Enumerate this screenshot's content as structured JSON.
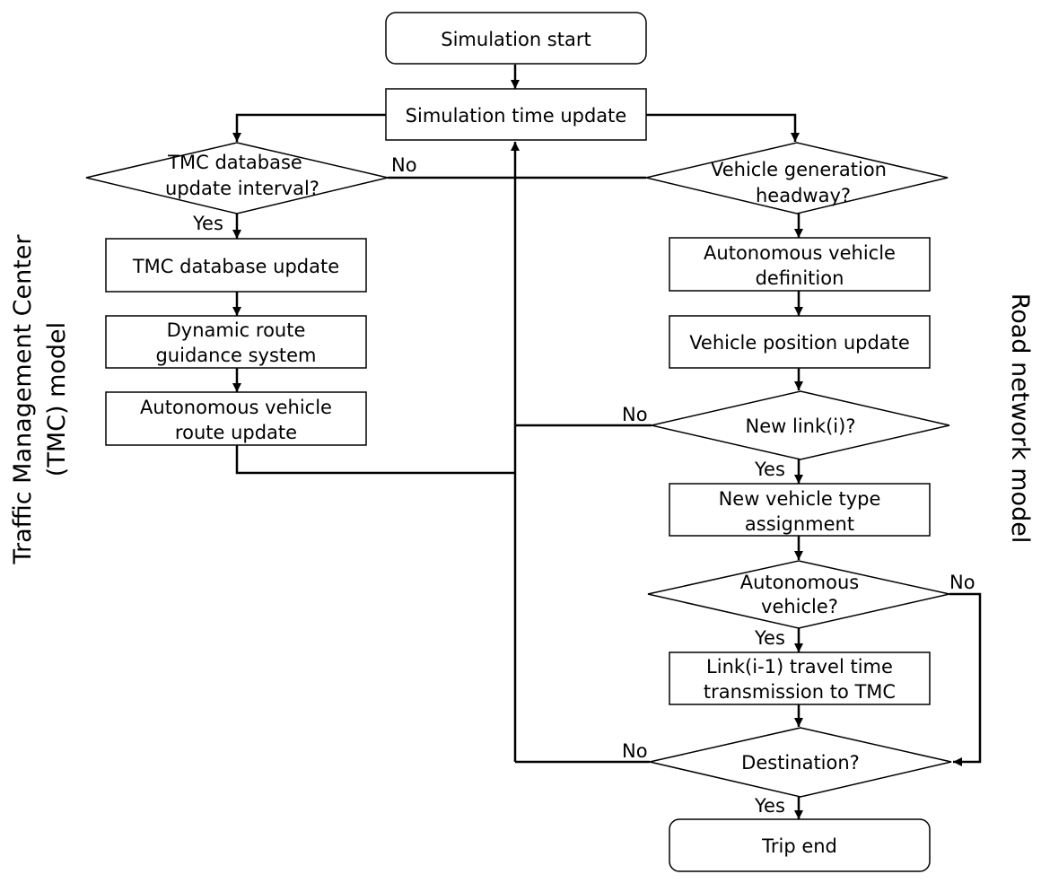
{
  "nodes": {
    "sim_start": [
      "Simulation start"
    ],
    "time_update": [
      "Simulation time update"
    ],
    "tmc_interval": [
      "TMC database",
      "update interval?"
    ],
    "tmc_update": [
      "TMC database update"
    ],
    "dyn_route": [
      "Dynamic route",
      "guidance system"
    ],
    "av_route": [
      "Autonomous vehicle",
      "route update"
    ],
    "veh_gen": [
      "Vehicle generation",
      "headway?"
    ],
    "av_def": [
      "Autonomous vehicle",
      "definition"
    ],
    "veh_pos": [
      "Vehicle position update"
    ],
    "new_link": [
      "New link(i)?"
    ],
    "type_assign": [
      "New vehicle type",
      "assignment"
    ],
    "av_q": [
      "Autonomous",
      "vehicle?"
    ],
    "travel_tx": [
      "Link(i-1) travel time",
      "transmission to TMC"
    ],
    "dest": [
      "Destination?"
    ],
    "trip_end": [
      "Trip end"
    ]
  },
  "edge_labels": {
    "tmc_no": "No",
    "tmc_yes": "Yes",
    "link_no": "No",
    "link_yes": "Yes",
    "av_no": "No",
    "av_yes": "Yes",
    "dest_no": "No",
    "dest_yes": "Yes"
  },
  "side_labels": {
    "left": [
      "Traffic Management Center",
      "(TMC) model"
    ],
    "right": "Road network model"
  }
}
